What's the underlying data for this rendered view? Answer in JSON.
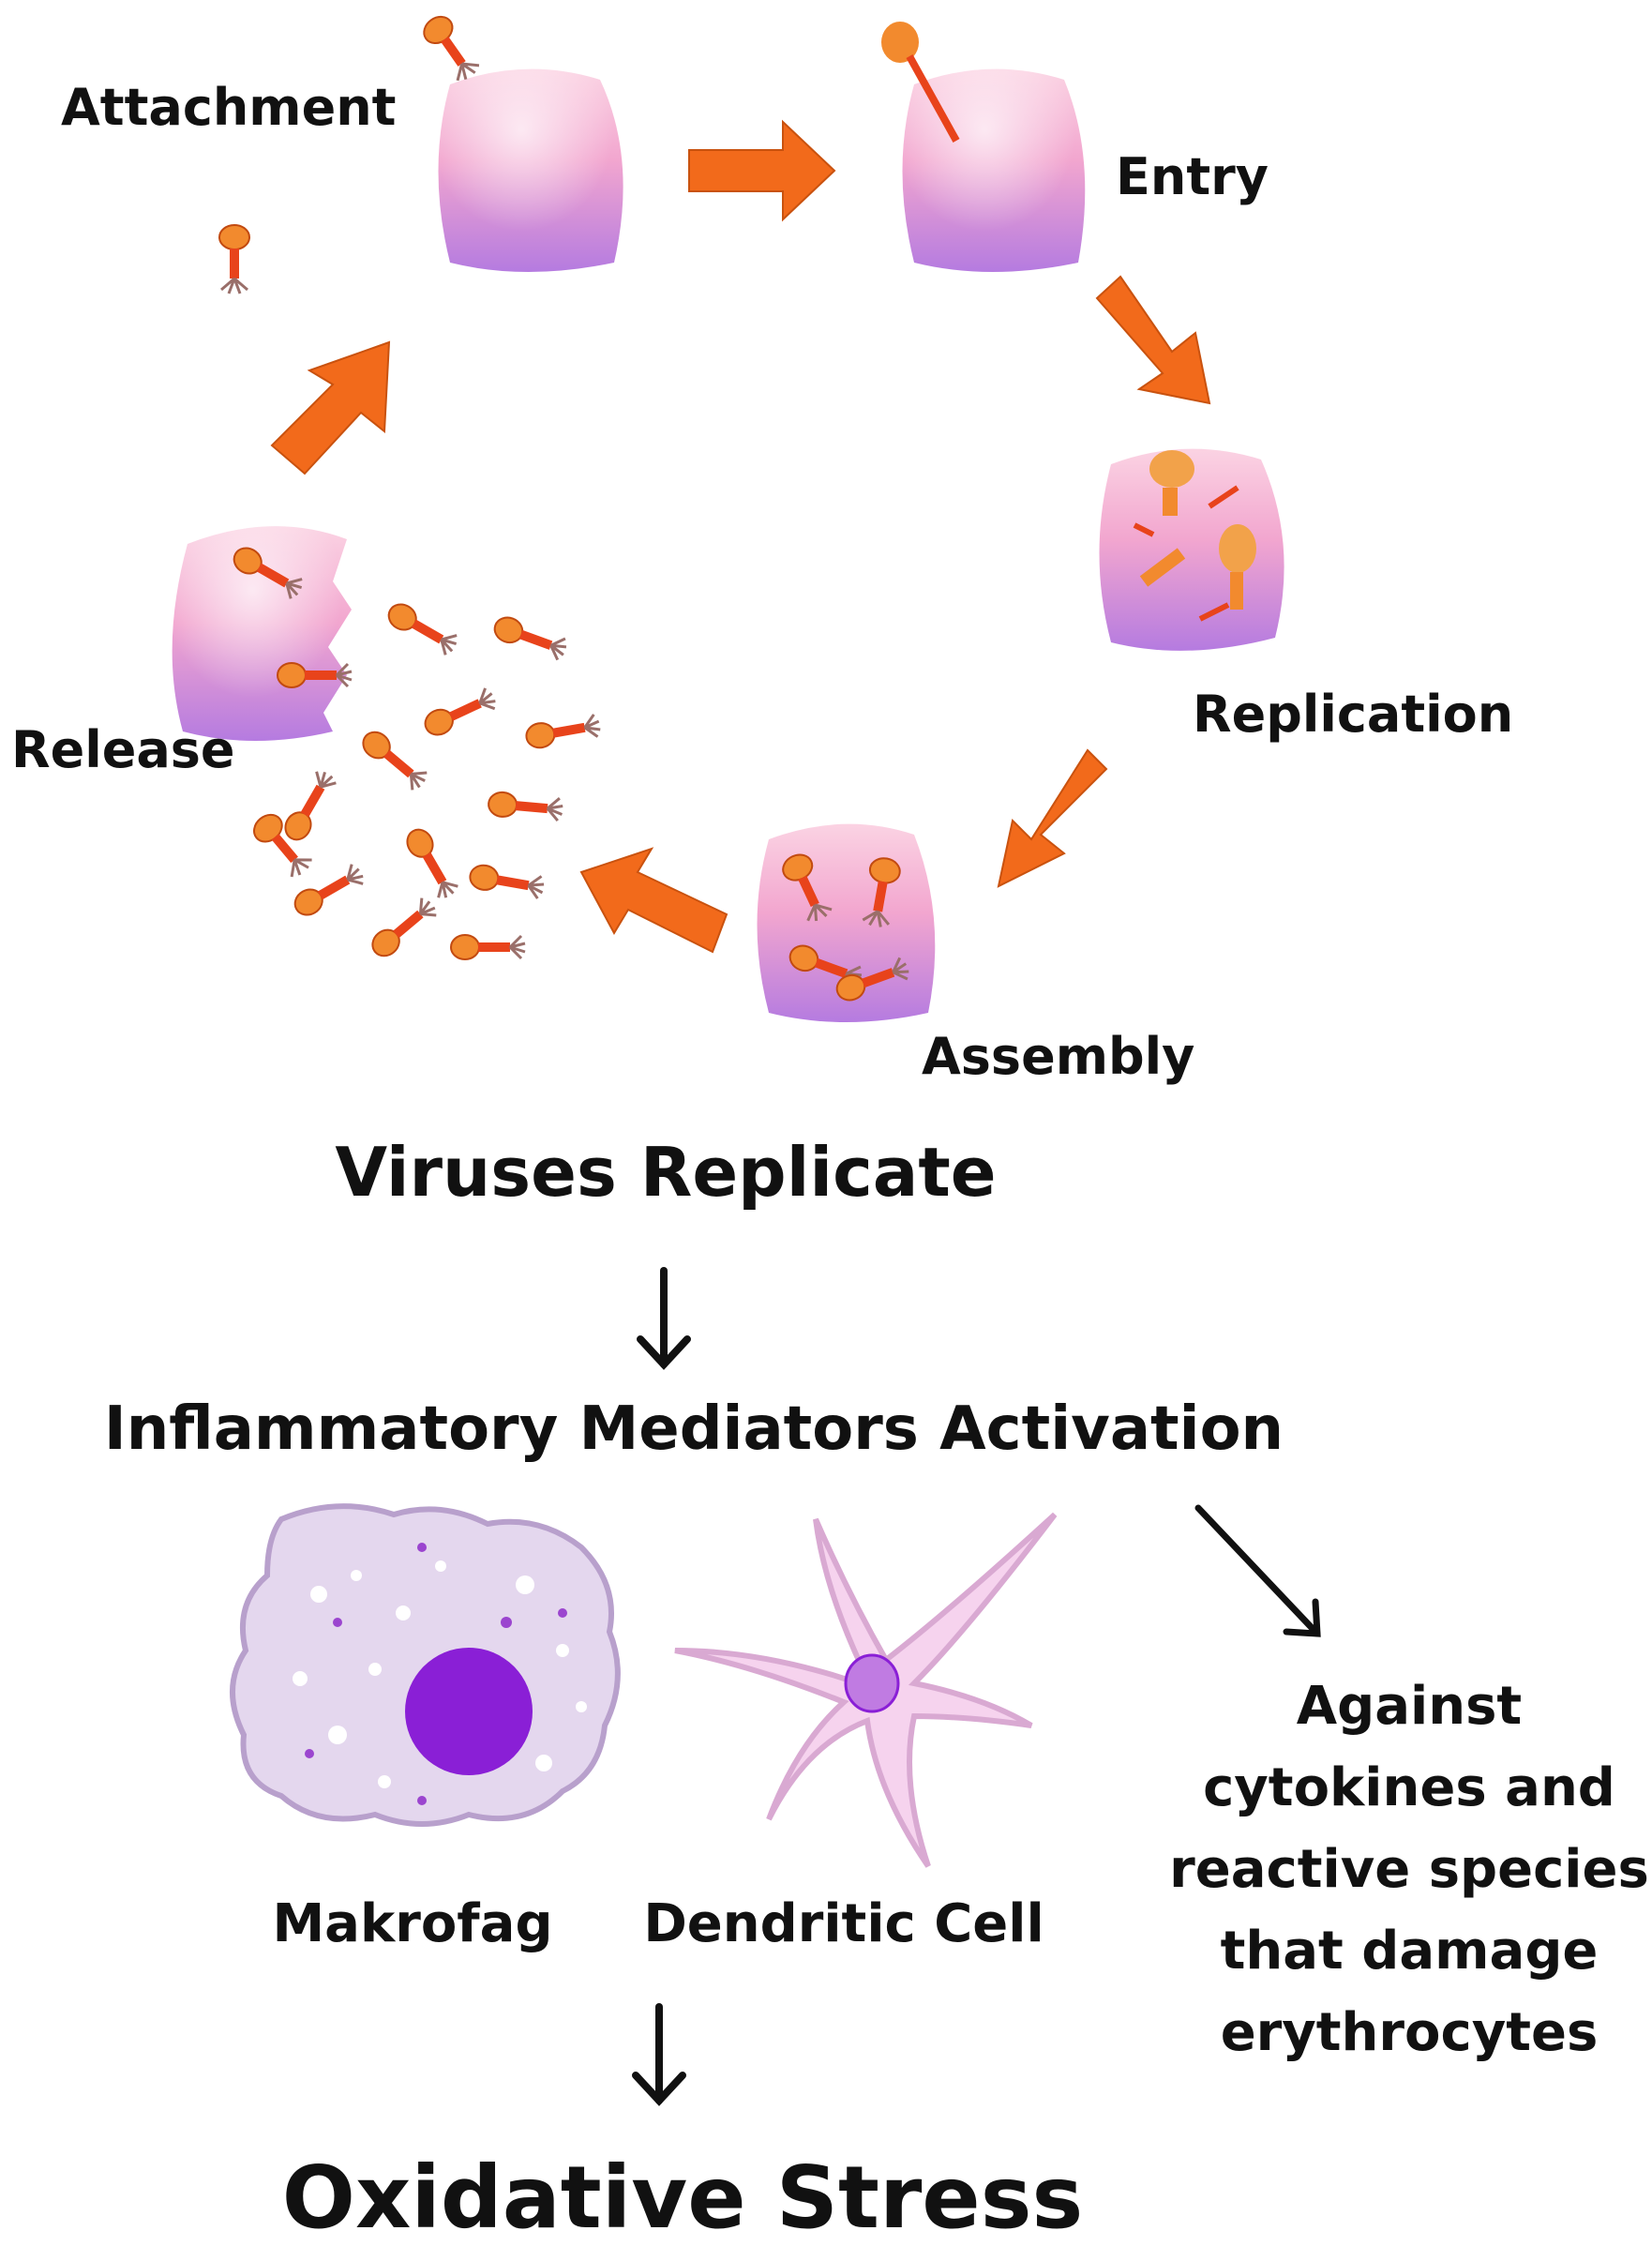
{
  "cycle": {
    "stages": {
      "attachment": "Attachment",
      "entry": "Entry",
      "replication": "Replication",
      "assembly": "Assembly",
      "release": "Release"
    }
  },
  "flow": {
    "viruses_replicate": "Viruses Replicate",
    "inflammatory_mediators": "Inflammatory Mediators Activation",
    "oxidative_stress": "Oxidative Stress"
  },
  "immune_cells": {
    "macrophage": "Makrofag",
    "dendritic": "Dendritic Cell"
  },
  "side_note": {
    "lines": [
      "Against",
      "cytokines and",
      "reactive species",
      "that damage",
      "erythrocytes"
    ]
  },
  "colors": {
    "arrow_orange": "#f26a1b",
    "cell_pink": "#f7b8d4",
    "cell_purple": "#b57be0",
    "virus_red": "#e8431b",
    "nucleus_purple": "#8a1fd6",
    "macrophage_fill": "#e4d7ee",
    "dendritic_fill": "#f6d3ee"
  }
}
